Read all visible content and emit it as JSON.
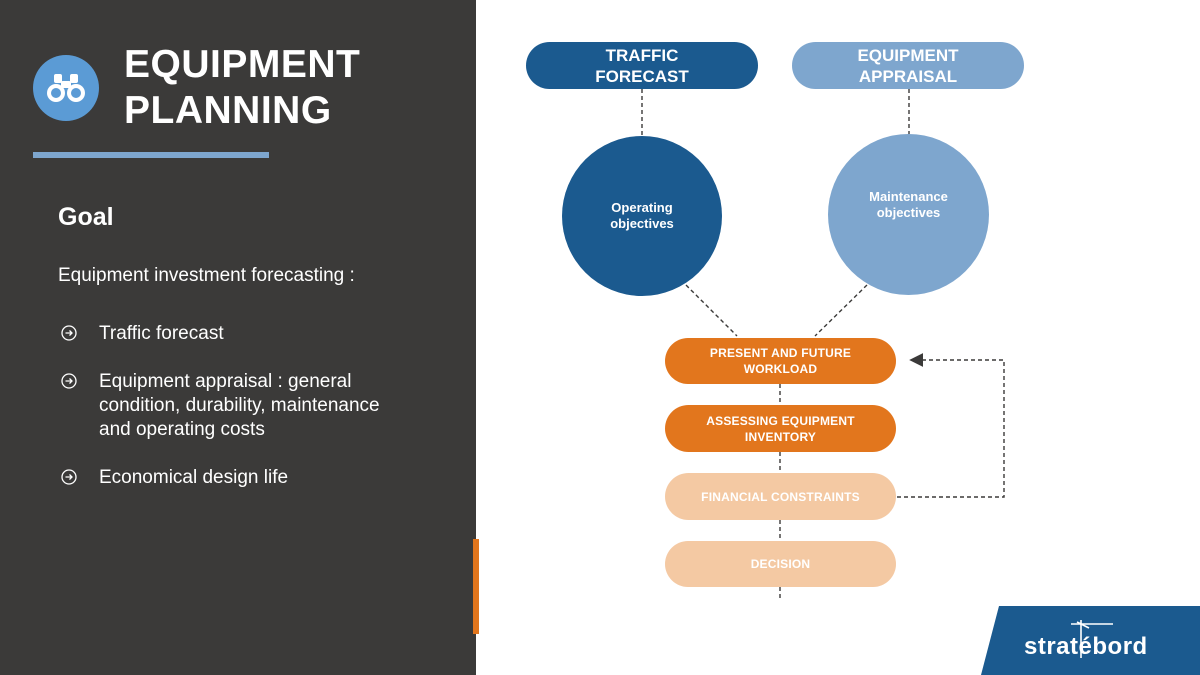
{
  "header": {
    "title_line1": "EQUIPMENT",
    "title_line2": "PLANNING",
    "icon": "binoculars-icon"
  },
  "left": {
    "goal_heading": "Goal",
    "intro": "Equipment investment forecasting :",
    "bullets": [
      {
        "line1": "Traffic forecast"
      },
      {
        "line1": "Equipment appraisal : general",
        "line2": "condition, durability, maintenance",
        "line3": "and operating costs"
      },
      {
        "line1": "Economical design life"
      }
    ],
    "bullet_icon": "circled-arrow-right-icon"
  },
  "diagram": {
    "top_boxes": [
      {
        "line1": "TRAFFIC",
        "line2": "FORECAST"
      },
      {
        "line1": "EQUIPMENT",
        "line2": "APPRAISAL"
      }
    ],
    "circles": [
      {
        "line1": "Operating",
        "line2": "objectives"
      },
      {
        "line1": "Maintenance",
        "line2": "objectives"
      }
    ],
    "steps": [
      {
        "line1": "PRESENT AND FUTURE",
        "line2": "WORKLOAD"
      },
      {
        "line1": "ASSESSING EQUIPMENT",
        "line2": "INVENTORY"
      },
      {
        "line1": "FINANCIAL CONSTRAINTS"
      },
      {
        "line1": "DECISION"
      }
    ]
  },
  "logo": {
    "text": "stratébord"
  },
  "colors": {
    "dark_panel": "#3b3a39",
    "navy": "#1b5a8f",
    "light_blue": "#7ea6ce",
    "orange": "#e2761d",
    "peach": "#f4c9a3",
    "accent_blue": "#5b9bd5"
  }
}
